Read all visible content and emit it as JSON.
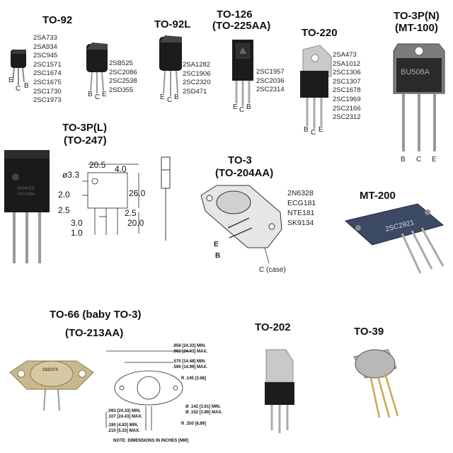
{
  "packages": {
    "to92": {
      "title": "TO-92",
      "parts": [
        "2SA733",
        "2SA934",
        "2SC945",
        "2SC1571",
        "2SC1674",
        "2SC1675",
        "2SC1730",
        "2SC1973"
      ],
      "pins": {
        "e": "E",
        "c": "C",
        "b": "B"
      }
    },
    "to92_b": {
      "parts": [
        "2SB525",
        "2SC2086",
        "2SC2538",
        "2SD355"
      ],
      "pins": {
        "b": "B",
        "c": "C",
        "e": "E"
      }
    },
    "to92l": {
      "title": "TO-92L",
      "parts": [
        "2SA1282",
        "2SC1906",
        "2SC2320",
        "2SD471"
      ],
      "pins": {
        "e": "E",
        "c": "C",
        "b": "B"
      }
    },
    "to126": {
      "title": "TO-126",
      "subtitle": "(TO-225AA)",
      "parts": [
        "2SC1957",
        "2SC2036",
        "2SC2314"
      ],
      "pins": {
        "e": "E",
        "c": "C",
        "b": "B"
      }
    },
    "to220": {
      "title": "TO-220",
      "parts": [
        "2SA473",
        "2SA1012",
        "2SC1306",
        "2SC1307",
        "2SC1678",
        "2SC1969",
        "2SC2166",
        "2SC2312"
      ],
      "pins": {
        "b": "B",
        "c": "C",
        "e": "E"
      }
    },
    "to3pn": {
      "title": "TO-3P(N)",
      "subtitle": "(MT-100)",
      "marking": "BU508A",
      "pins": {
        "b": "B",
        "c": "C",
        "e": "E"
      }
    },
    "to3pl": {
      "title": "TO-3P(L)",
      "subtitle": "(TO-247)",
      "marking_1": "SANKEN",
      "marking_2": "2SC3264",
      "dims": {
        "d1": "20.5",
        "d2": "4.0",
        "d3": "ø3.3",
        "d4": "2.0",
        "d5": "26.0",
        "d6": "2.5",
        "d7": "2.5",
        "d8": "3.0",
        "d9": "20.0",
        "d10": "1.0"
      }
    },
    "to3": {
      "title": "TO-3",
      "subtitle": "(TO-204AA)",
      "parts": [
        "2N6328",
        "ECG181",
        "NTE181",
        "SK9134"
      ],
      "pin_e": "E",
      "pin_b": "B",
      "case_label": "C (case)"
    },
    "mt200": {
      "title": "MT-200",
      "marking": "2SC2921"
    },
    "to66": {
      "title": "TO-66 (baby TO-3)",
      "subtitle": "(TO-213AA)",
      "marking": "2SD374",
      "dims": {
        "a": ".958 [24.33] MIN.",
        "a2": ".962 [24.43] MAX.",
        "b": ".570 [14.48] MIN.",
        "b2": ".590 [14.99] MAX.",
        "r1": "R .145 [3.68]",
        "d1": "Ø .142 [3.61] MIN.",
        "d2": "Ø .152 [3.86] MAX.",
        "r2": "R .350 [8.89]",
        "w1": ".093 [24.33] MIN.",
        "w2": ".107 [24.43] MAX.",
        "h1": ".190 [4.83] MIN.",
        "h2": ".210 [5.33] MAX.",
        "note": "NOTE: DIMENSIONS IN INCHES [MM]"
      }
    },
    "to202": {
      "title": "TO-202"
    },
    "to39": {
      "title": "TO-39"
    }
  },
  "colors": {
    "plastic": "#1c1c1c",
    "metal": "#b8b8b8",
    "gold": "#c9a84f",
    "blue": "#3d4a66",
    "tan": "#c8b98a"
  }
}
